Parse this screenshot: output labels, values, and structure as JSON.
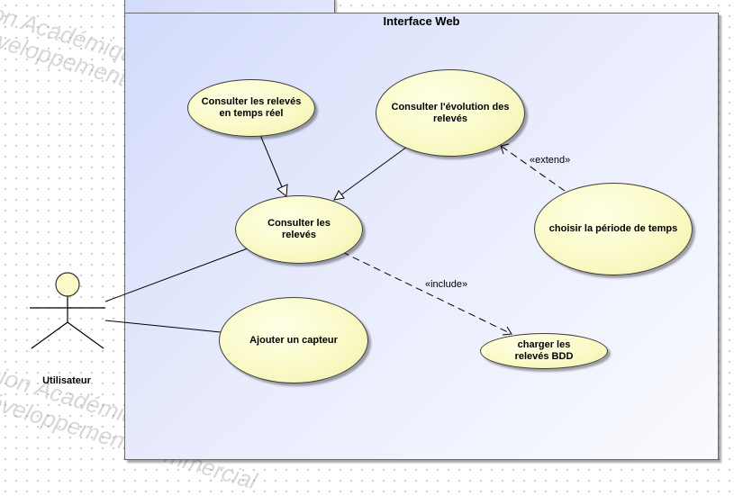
{
  "watermark": {
    "line1": "Version Académique",
    "line2": "Développement Commercial",
    "line3": "Version Académique",
    "line4": "Développement Commercial"
  },
  "system": {
    "title": "Interface Web"
  },
  "actor": {
    "name": "Utilisateur"
  },
  "use_cases": {
    "temps_reel": "Consulter les relevés en temps réel",
    "evolution": "Consulter l'évolution des relevés",
    "releves": "Consulter les relevés",
    "periode": "choisir la période de temps",
    "capteur": "Ajouter un capteur",
    "bdd": "charger les relevés BDD"
  },
  "relations": {
    "extend_label": "«extend»",
    "include_label": "«include»"
  },
  "colors": {
    "usecase_fill": "#fafac8",
    "system_fill": "#dfe5fc",
    "line": "#000000"
  }
}
